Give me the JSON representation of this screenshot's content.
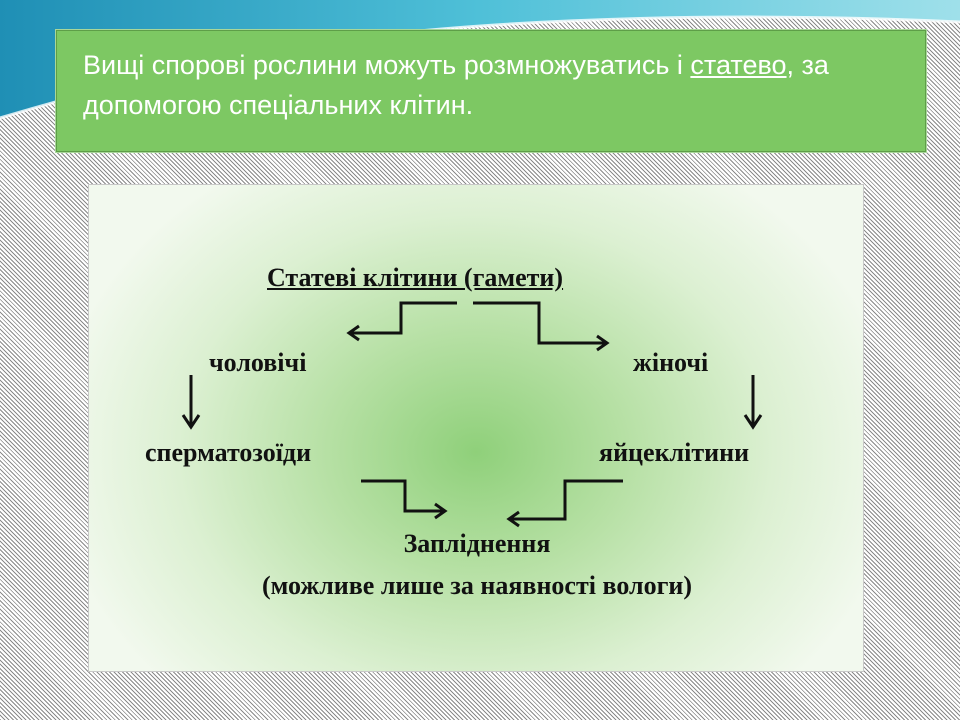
{
  "slide": {
    "title_before": "Вищі спорові рослини можуть розмножуватись і ",
    "title_underlined": "статево",
    "title_after": ", за допомогою спеціальних клітин."
  },
  "diagram": {
    "heading": "Статеві клітини (гамети)",
    "male": "чоловічі",
    "female": "жіночі",
    "sperm": "сперматозоїди",
    "egg": "яйцеклітини",
    "fertilization": "Запліднення",
    "fertilization_note": "(можливе лише за наявності вологи)"
  },
  "colors": {
    "title_box": "#7dc863",
    "title_text": "#ffffff",
    "diagram_center": "#8fd07a",
    "arrow": "#111111"
  }
}
